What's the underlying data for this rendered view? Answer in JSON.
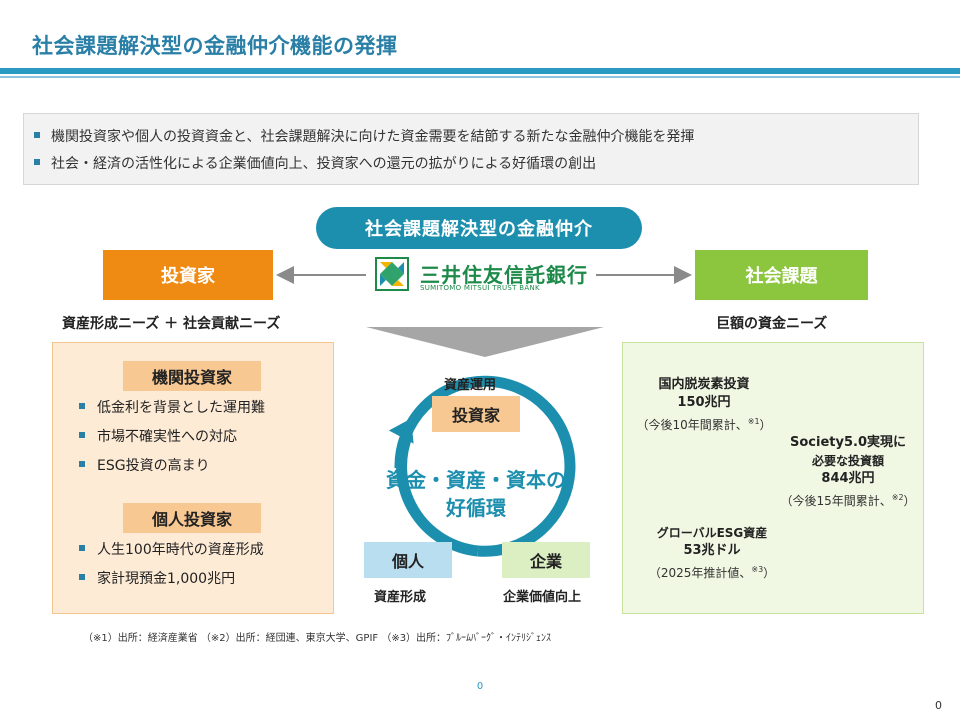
{
  "header": {
    "title": "社会課題解決型の金融仲介機能の発揮"
  },
  "summary": {
    "items": [
      "機関投資家や個人の投資資金と、社会課題解決に向けた資金需要を結節する新たな金融仲介機能を発揮",
      "社会・経済の活性化による企業価値向上、投資家への還元の拡がりによる好循環の創出"
    ]
  },
  "center_pill": "社会課題解決型の金融仲介",
  "investor_box": "投資家",
  "social_box": "社会課題",
  "logo": {
    "text": "三井住友信託銀行",
    "sub": "SUMITOMO MITSUI TRUST BANK"
  },
  "left_need": "資産形成ニーズ ＋ 社会貢献ニーズ",
  "right_need": "巨額の資金ニーズ",
  "left_panel": {
    "groups": [
      {
        "label": "機関投資家",
        "items": [
          "低金利を背景とした運用難",
          "市場不確実性への対応",
          "ESG投資の高まり"
        ]
      },
      {
        "label": "個人投資家",
        "items": [
          "人生100年時代の資産形成",
          "家計現預金1,000兆円"
        ]
      }
    ]
  },
  "right_panel": {
    "circles": [
      {
        "line1": "国内脱炭素投資",
        "line2": "150兆円",
        "note": "（今後10年間累計、",
        "sup": "※1",
        "tail": "）"
      },
      {
        "line1": "Society5.0実現に",
        "line2": "必要な投資額",
        "line2b": "844兆円",
        "note": "（今後15年間累計、",
        "sup": "※2",
        "tail": "）"
      },
      {
        "line1": "グローバルESG資産",
        "line2": "53兆ドル",
        "note": "（2025年推計値、",
        "sup": "※3",
        "tail": "）"
      }
    ]
  },
  "cycle": {
    "top_label": "資産運用",
    "top_box": "投資家",
    "center_line1": "資金・資産・資本の",
    "center_line2": "好循環",
    "left_box": "個人",
    "left_label": "資産形成",
    "right_box": "企業",
    "right_label": "企業価値向上"
  },
  "footnote": "（※1）出所：経済産業省 （※2）出所：経団連、東京大学、GPIF （※3）出所：ﾌﾞﾙｰﾑﾊﾞｰｸﾞ・ｲﾝﾃﾘｼﾞｪﾝｽ",
  "page_number_center": "0",
  "page_number_right": "0",
  "colors": {
    "title": "#2a7fa7",
    "accent_teal": "#1d8fae",
    "investor_orange": "#ef8a13",
    "social_green": "#8cc63f",
    "logo_green": "#1e8a4a"
  }
}
